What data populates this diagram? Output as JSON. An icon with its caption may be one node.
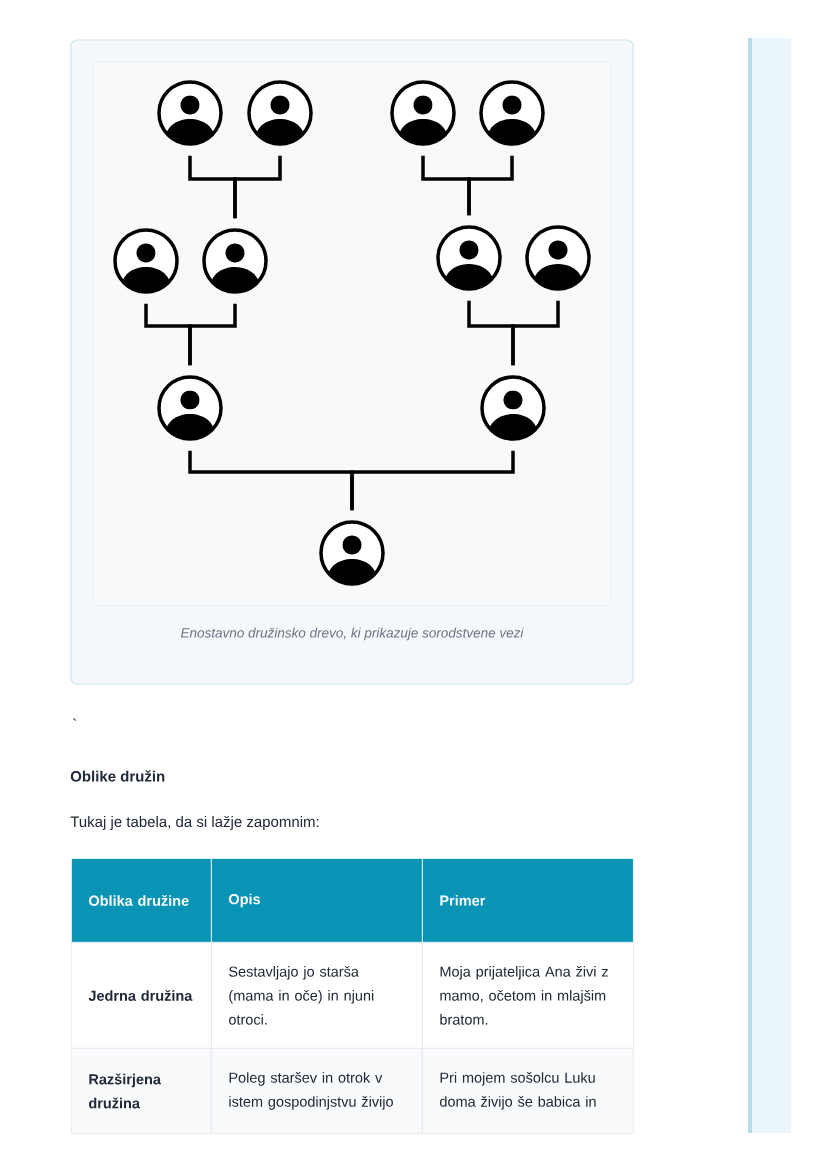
{
  "diagram": {
    "caption": "Enostavno družinsko drevo, ki prikazuje sorodstvene vezi",
    "nodes": [
      {
        "text": [],
        "shape": "person"
      },
      {
        "text": [],
        "shape": "person"
      },
      {
        "text": [],
        "shape": "person"
      },
      {
        "text": [],
        "shape": "person"
      },
      {
        "text": [],
        "shape": "person"
      },
      {
        "text": [],
        "shape": "person"
      },
      {
        "text": [],
        "shape": "person"
      },
      {
        "text": [],
        "shape": "person"
      },
      {
        "text": [],
        "shape": "person"
      },
      {
        "text": [],
        "shape": "person"
      },
      {
        "text": [],
        "shape": "person"
      }
    ],
    "edges": [
      {
        "from": 0,
        "to": 5,
        "arrow": "none"
      },
      {
        "from": 1,
        "to": 5,
        "arrow": "none"
      },
      {
        "from": 2,
        "to": 6,
        "arrow": "none"
      },
      {
        "from": 3,
        "to": 6,
        "arrow": "none"
      },
      {
        "from": 4,
        "to": 8,
        "arrow": "none"
      },
      {
        "from": 5,
        "to": 8,
        "arrow": "none"
      },
      {
        "from": 6,
        "to": 9,
        "arrow": "none"
      },
      {
        "from": 7,
        "to": 9,
        "arrow": "none"
      },
      {
        "from": 8,
        "to": 10,
        "arrow": "none"
      },
      {
        "from": 9,
        "to": 10,
        "arrow": "none"
      }
    ],
    "labels": [
      "`",
      "Oblike družin",
      "Tukaj je tabela, da si lažje zapomnim:",
      "Oblika družine",
      "Opis",
      "Primer",
      "Jedrna družina",
      "Sestavljajo jo starša (mama in oče) in njuni otroci.",
      "Moja prijateljica Ana živi z mamo, očetom in mlajšim bratom.",
      "Razširjena družina",
      "Poleg staršev in otrok v istem gospodinjstvu živijo",
      "Pri mojem sošolcu Luku doma živijo še babica in"
    ]
  }
}
